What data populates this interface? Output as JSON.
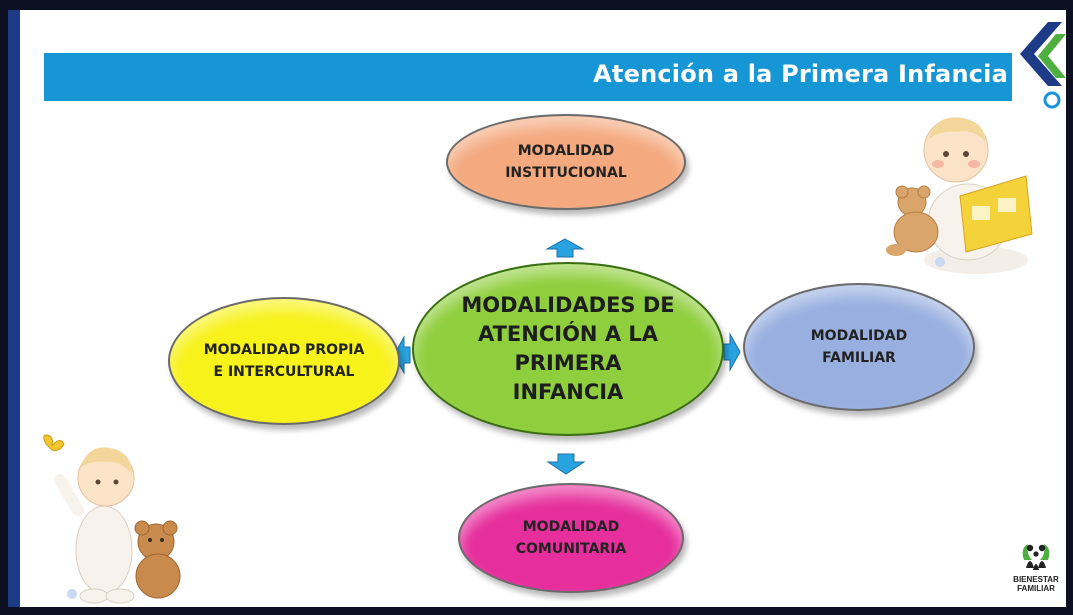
{
  "header": {
    "title": "Atención a la Primera Infancia"
  },
  "diagram": {
    "center": {
      "label": "MODALIDADES DE\nATENCIÓN A LA\nPRIMERA\nINFANCIA",
      "color": "#8fce3c"
    },
    "nodes": [
      {
        "id": "institucional",
        "label": "MODALIDAD\nINSTITUCIONAL",
        "color": "#f4a97e",
        "position": "top"
      },
      {
        "id": "familiar",
        "label": "MODALIDAD\nFAMILIAR",
        "color": "#98afe0",
        "position": "right"
      },
      {
        "id": "comunitaria",
        "label": "MODALIDAD\nCOMUNITARIA",
        "color": "#e62e9c",
        "position": "bottom"
      },
      {
        "id": "propia",
        "label": "MODALIDAD PROPIA\nE INTERCULTURAL",
        "color": "#f7f21a",
        "position": "left"
      }
    ],
    "arrow_color": "#29a3e0"
  },
  "branding": {
    "logo_text": "BIENESTAR\nFAMILIAR",
    "band_color": "#1796d6",
    "frame_color": "#1e3b88"
  }
}
